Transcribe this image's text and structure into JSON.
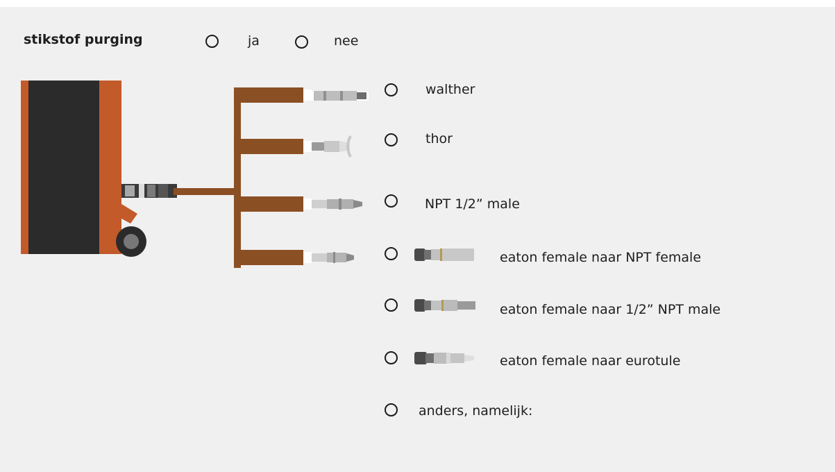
{
  "question": {
    "label": "stikstof purging",
    "options": [
      {
        "label": "ja"
      },
      {
        "label": "nee"
      }
    ]
  },
  "connectors": [
    {
      "label": "walther",
      "icon": "walther-coupling-icon"
    },
    {
      "label": "thor",
      "icon": "thor-coupling-icon"
    },
    {
      "label": "NPT 1/2” male",
      "icon": "npt-male-coupling-icon"
    },
    {
      "label": "eaton female naar NPT female",
      "icon": "eaton-female-npt-female-icon"
    },
    {
      "label": "eaton female  naar 1/2” NPT male",
      "icon": "eaton-female-npt-male-icon"
    },
    {
      "label": "eaton female naar eurotule",
      "icon": "eaton-female-eurotule-icon"
    },
    {
      "label": "anders, namelijk:",
      "icon": ""
    }
  ],
  "colors": {
    "panel": "#f0f0f0",
    "cylinder": "#2b2b2b",
    "frame": "#c35a2a",
    "hose": "#8b4f24",
    "steel": "#a8a8a8",
    "dark_steel": "#4a4a4a"
  }
}
